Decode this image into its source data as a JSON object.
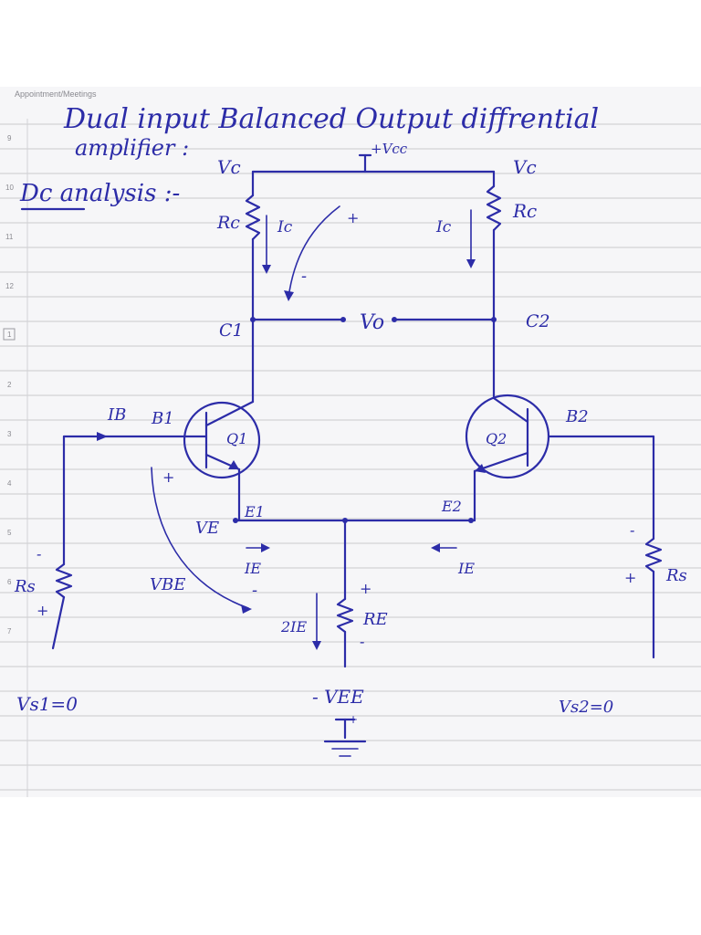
{
  "page": {
    "header": "Appointment/Meetings",
    "line_numbers": [
      "9",
      "10",
      "11",
      "12",
      "1",
      "2",
      "3",
      "4",
      "5",
      "6",
      "7"
    ]
  },
  "title": {
    "line1": "Dual input Balanced Output diffrential",
    "line2": "amplifier :"
  },
  "section": {
    "heading": "Dc analysis :-"
  },
  "labels": {
    "vcc": "+Vcc",
    "vc_left": "Vc",
    "vc_right": "Vc",
    "rc_left": "Rc",
    "rc_right": "Rc",
    "ic_left": "Ic",
    "ic_right": "Ic",
    "plus_loop": "+",
    "minus_loop": "-",
    "c1": "C1",
    "c2": "C2",
    "vo": "Vo",
    "ib": "IB",
    "b1": "B1",
    "q1": "Q1",
    "q2": "Q2",
    "b2": "B2",
    "e1": "E1",
    "e2": "E2",
    "ve": "VE",
    "ie_left": "IE",
    "ie_right": "IE",
    "vbe": "VBE",
    "vbe_plus": "+",
    "vbe_minus": "-",
    "two_ie": "2IE",
    "re": "RE",
    "re_plus": "+",
    "re_minus": "-",
    "vee": "- VEE",
    "vee_plus": "+",
    "rs_left": "Rs",
    "rs_left_minus": "-",
    "rs_left_plus": "+",
    "rs_right": "Rs",
    "rs_right_minus": "-",
    "rs_right_plus": "+",
    "vs1": "Vs1=0",
    "vs2": "Vs2=0"
  },
  "colors": {
    "ink": "#2c2ca8",
    "paper": "#f6f6f8",
    "rule": "#c9c9cd"
  }
}
